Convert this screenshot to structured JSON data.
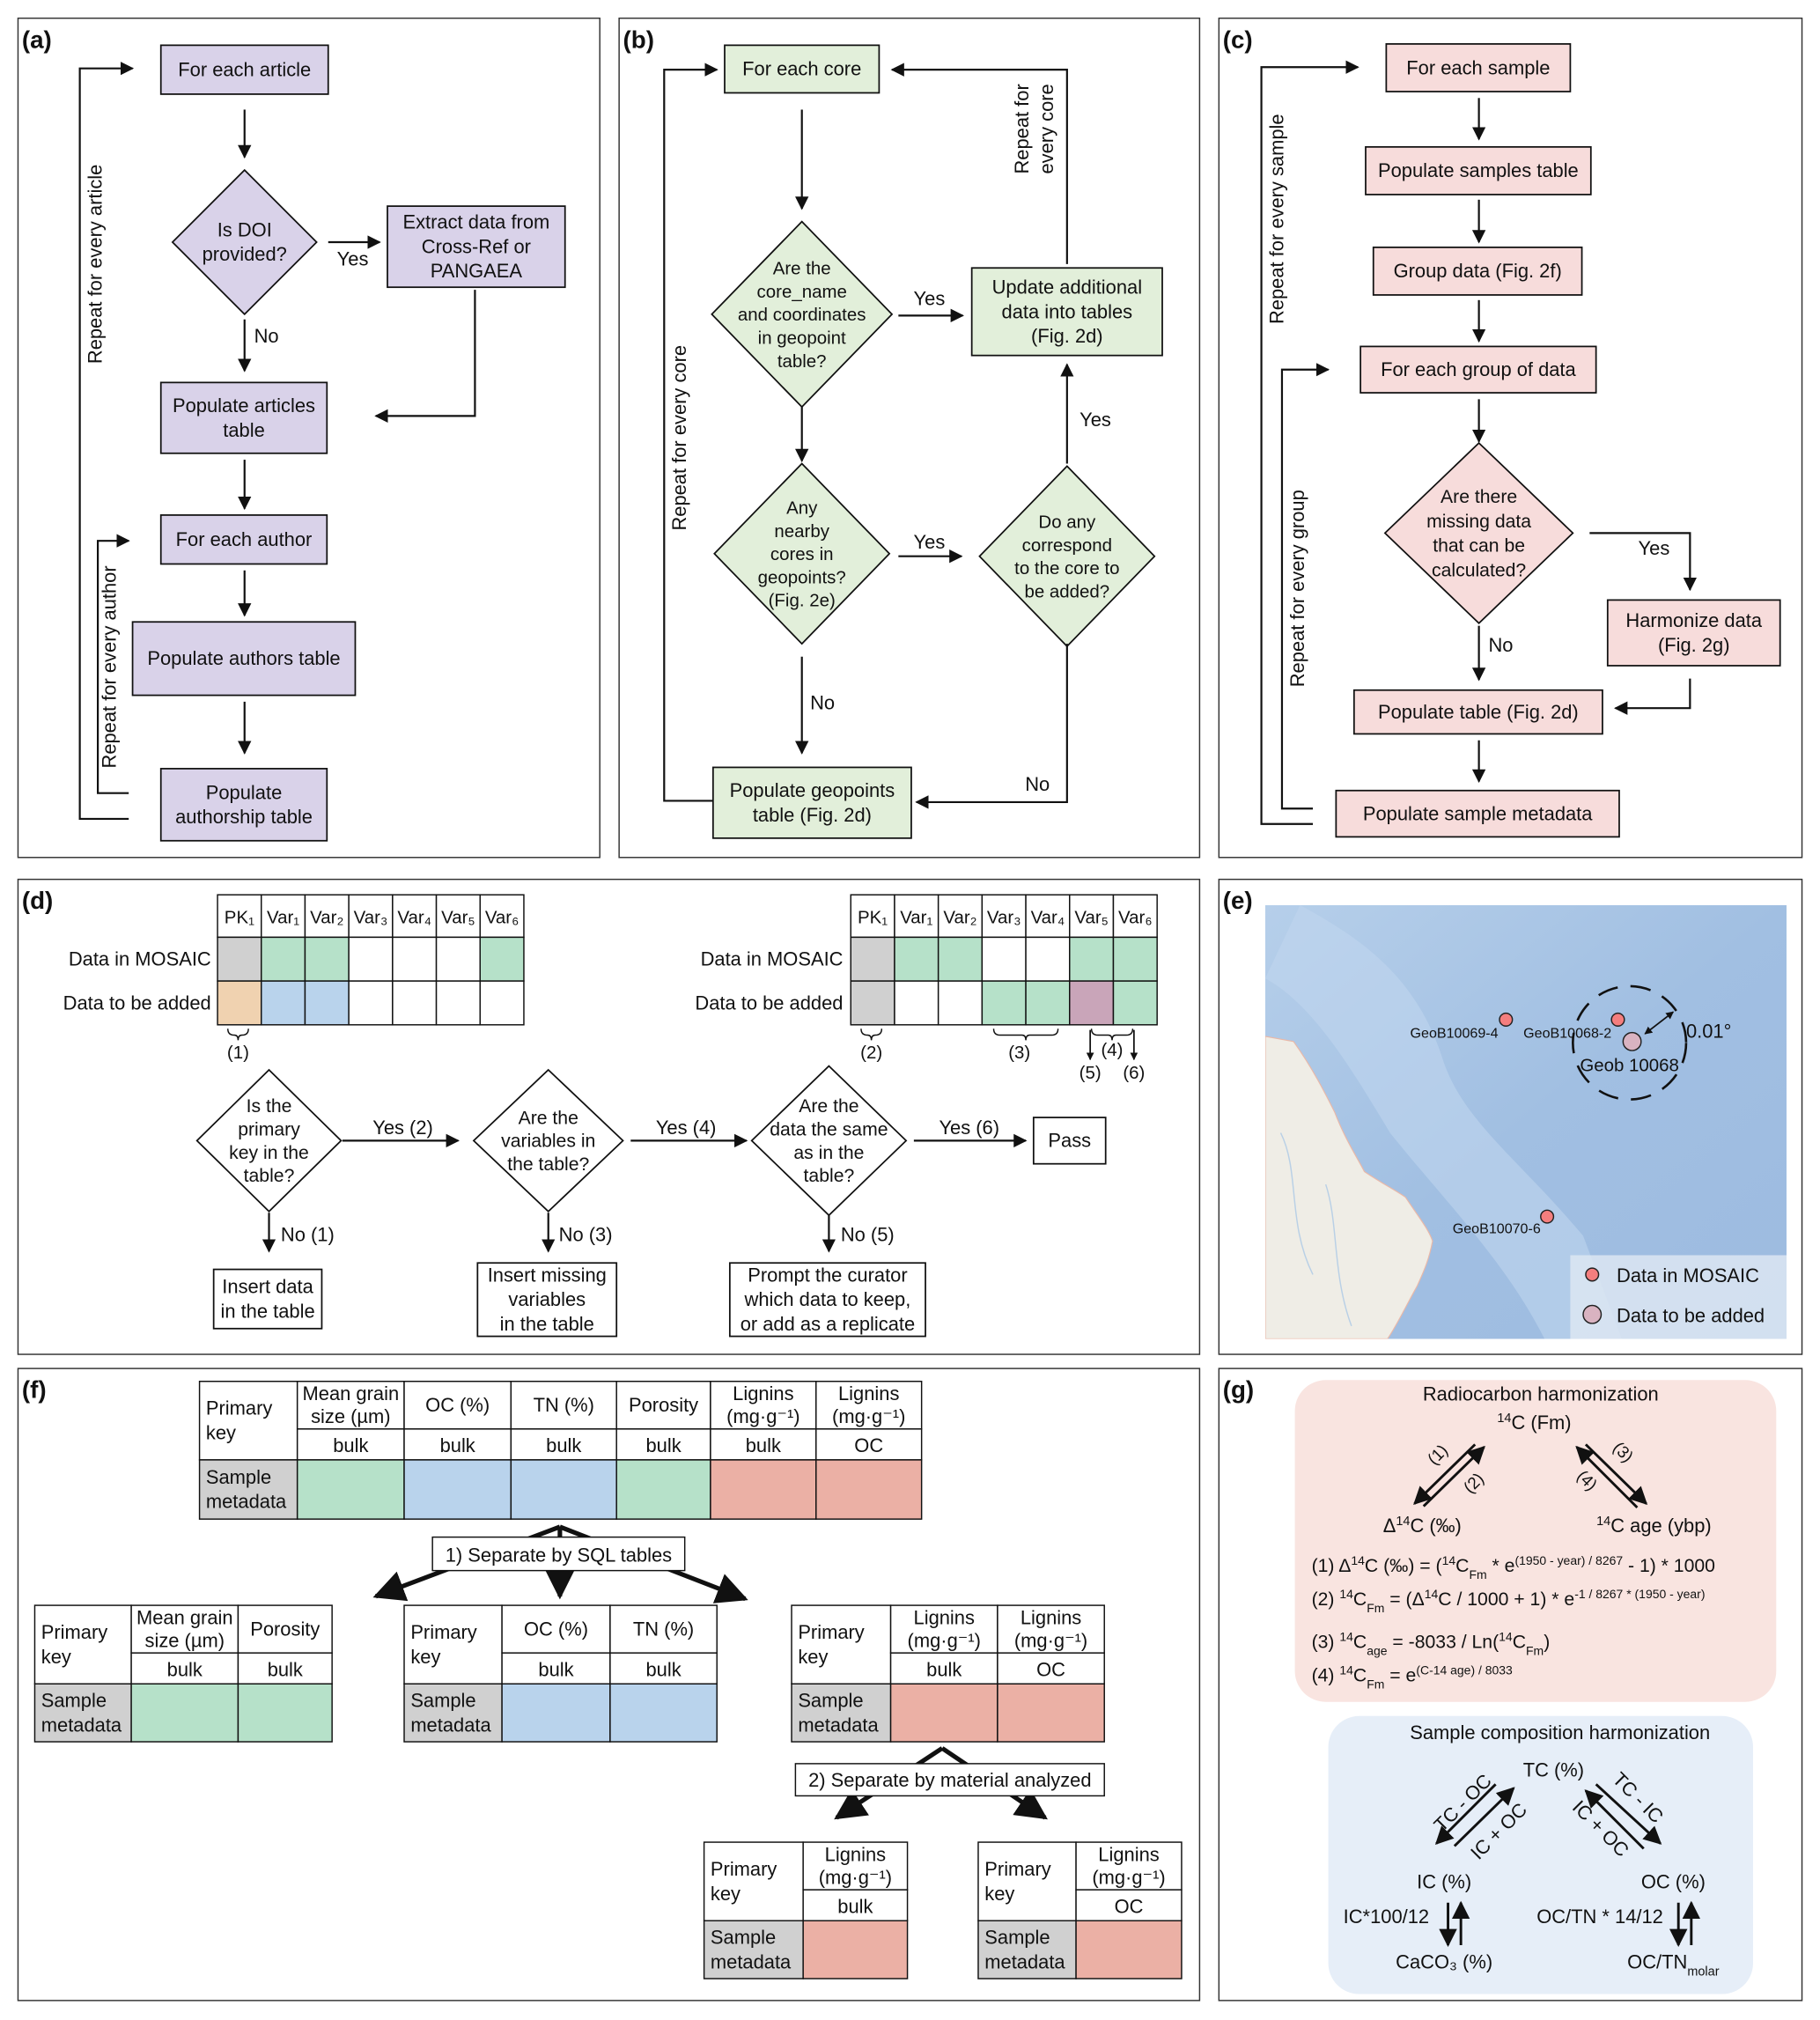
{
  "colors": {
    "purple": "#d9d2e9",
    "green_box": "#e2efda",
    "pink_box": "#f7dcdb",
    "gray": "#d0d0d0",
    "green": "#b6e1c9",
    "blue": "#b9d3ec",
    "tan": "#f0d2b0",
    "mauve": "#c9a5b9",
    "salmon": "#ebb0a5",
    "white": "#ffffff",
    "mosaic_point": "#f47e7e",
    "added_point": "#d9b3c1",
    "radiocarbon_bg": "#f9e4e0",
    "composition_bg": "#e6eef8"
  },
  "panel_labels": [
    "(a)",
    "(b)",
    "(c)",
    "(d)",
    "(e)",
    "(f)",
    "(g)"
  ],
  "a": {
    "for_each_article": [
      "For each article"
    ],
    "doi_question": [
      "Is DOI",
      "provided?"
    ],
    "extract": [
      "Extract data from",
      "Cross-Ref or",
      "PANGAEA"
    ],
    "yes": "Yes",
    "no": "No",
    "populate_articles": [
      "Populate articles",
      "table"
    ],
    "for_each_author": [
      "For each author"
    ],
    "populate_authors": [
      "Populate authors table"
    ],
    "populate_authorship": [
      "Populate",
      "authorship table"
    ],
    "repeat_article": "Repeat for every article",
    "repeat_author": "Repeat for every author"
  },
  "b": {
    "for_each_core": [
      "For each core"
    ],
    "q_core": [
      "Are the",
      "core_name",
      "and coordinates",
      "in geopoint",
      "table?"
    ],
    "update": [
      "Update additional",
      "data into tables",
      "(Fig. 2d)"
    ],
    "repeat_top": [
      "Repeat for",
      "every core"
    ],
    "q_nearby": [
      "Any",
      "nearby",
      "cores in",
      "geopoints?",
      "(Fig. 2e)"
    ],
    "q_correspond": [
      "Do any",
      "correspond",
      "to the core to",
      "be added?"
    ],
    "populate_geopoints": [
      "Populate geopoints",
      "table (Fig. 2d)"
    ],
    "yes": "Yes",
    "no": "No",
    "repeat_core": "Repeat for every core"
  },
  "c": {
    "for_each_sample": [
      "For each sample"
    ],
    "populate_samples": [
      "Populate samples table"
    ],
    "group_data": [
      "Group data (Fig. 2f)"
    ],
    "for_each_group": [
      "For each group of data"
    ],
    "q_missing": [
      "Are there",
      "missing data",
      "that can be",
      "calculated?"
    ],
    "harmonize": [
      "Harmonize data",
      "(Fig. 2g)"
    ],
    "populate_table": [
      "Populate table (Fig. 2d)"
    ],
    "populate_metadata": [
      "Populate sample metadata"
    ],
    "yes": "Yes",
    "no": "No",
    "repeat_sample": "Repeat for every sample",
    "repeat_group": "Repeat for every group"
  },
  "d": {
    "columns": [
      "PK₁",
      "Var₁",
      "Var₂",
      "Var₃",
      "Var₄",
      "Var₅",
      "Var₆"
    ],
    "row_labels": [
      "Data in MOSAIC",
      "Data to be added"
    ],
    "left_fills": [
      [
        "gray",
        "green",
        "green",
        "white",
        "white",
        "white",
        "green"
      ],
      [
        "tan",
        "blue",
        "blue",
        "white",
        "white",
        "white",
        "white"
      ]
    ],
    "right_fills": [
      [
        "gray",
        "green",
        "green",
        "white",
        "white",
        "green",
        "green"
      ],
      [
        "gray",
        "white",
        "white",
        "green",
        "green",
        "mauve",
        "green"
      ]
    ],
    "markers": [
      "(1)",
      "(2)",
      "(3)",
      "(4)",
      "(5)",
      "(6)"
    ],
    "q_primary": [
      "Is the",
      "primary",
      "key in the",
      "table?"
    ],
    "q_variables": [
      "Are the",
      "variables in",
      "the table?"
    ],
    "q_same": [
      "Are the",
      "data the same",
      "as in the",
      "table?"
    ],
    "yes2": "Yes (2)",
    "yes4": "Yes (4)",
    "yes6": "Yes (6)",
    "no1": "No (1)",
    "no3": "No (3)",
    "no5": "No (5)",
    "pass": [
      "Pass"
    ],
    "insert_data": [
      "Insert data",
      "in the table"
    ],
    "insert_missing": [
      "Insert missing",
      "variables",
      "in the table"
    ],
    "prompt": [
      "Prompt the curator",
      "which data to keep,",
      "or add as a replicate"
    ]
  },
  "e": {
    "points": [
      {
        "label": "GeoB10069-4",
        "status": "Data in MOSAIC"
      },
      {
        "label": "GeoB10068-2",
        "status": "Data in MOSAIC"
      },
      {
        "label": "Geob 10068",
        "status": "Data to be added"
      },
      {
        "label": "GeoB10070-6",
        "status": "Data in MOSAIC"
      }
    ],
    "radius_label": "0.01°",
    "legend": [
      "Data in MOSAIC",
      "Data to be added"
    ]
  },
  "f": {
    "primary_key": [
      "Primary",
      "key"
    ],
    "sample_metadata": [
      "Sample",
      "metadata"
    ],
    "top_headers": [
      [
        "Mean grain",
        "size (µm)"
      ],
      [
        "OC (%)"
      ],
      [
        "TN (%)"
      ],
      [
        "Porosity"
      ],
      [
        "Lignins",
        "(mg·g⁻¹)"
      ],
      [
        "Lignins",
        "(mg·g⁻¹)"
      ]
    ],
    "top_subs": [
      "bulk",
      "bulk",
      "bulk",
      "bulk",
      "bulk",
      "OC"
    ],
    "top_fills": [
      "green",
      "blue",
      "blue",
      "green",
      "salmon",
      "salmon"
    ],
    "step1": "1) Separate by SQL tables",
    "step2": "2) Separate by material analyzed",
    "t1_headers": [
      [
        "Mean grain",
        "size (µm)"
      ],
      [
        "Porosity"
      ]
    ],
    "t1_subs": [
      "bulk",
      "bulk"
    ],
    "t1_fills": [
      "green",
      "green"
    ],
    "t2_headers": [
      [
        "OC (%)"
      ],
      [
        "TN (%)"
      ]
    ],
    "t2_subs": [
      "bulk",
      "bulk"
    ],
    "t2_fills": [
      "blue",
      "blue"
    ],
    "t3_headers": [
      [
        "Lignins",
        "(mg·g⁻¹)"
      ],
      [
        "Lignins",
        "(mg·g⁻¹)"
      ]
    ],
    "t3_subs": [
      "bulk",
      "OC"
    ],
    "t3_fills": [
      "salmon",
      "salmon"
    ],
    "t4_headers": [
      [
        "Lignins",
        "(mg·g⁻¹)"
      ]
    ],
    "t4_subs": [
      "bulk"
    ],
    "t4_fills": [
      "salmon"
    ],
    "t5_headers": [
      [
        "Lignins",
        "(mg·g⁻¹)"
      ]
    ],
    "t5_subs": [
      "OC"
    ],
    "t5_fills": [
      "salmon"
    ]
  },
  "g": {
    "radiocarbon_title": "Radiocarbon harmonization",
    "fm": [
      {
        "t": "14",
        "k": "sup"
      },
      {
        "t": "C (Fm)",
        "k": "n"
      }
    ],
    "delta": [
      {
        "t": "Δ",
        "k": "n"
      },
      {
        "t": "14",
        "k": "sup"
      },
      {
        "t": "C (‰)",
        "k": "n"
      }
    ],
    "age": [
      {
        "t": "14",
        "k": "sup"
      },
      {
        "t": "C age (ybp)",
        "k": "n"
      }
    ],
    "arrow_labels": [
      "(1)",
      "(2)",
      "(3)",
      "(4)"
    ],
    "equations": [
      [
        {
          "t": "(1) Δ",
          "k": "n"
        },
        {
          "t": "14",
          "k": "sup"
        },
        {
          "t": "C (‰) = (",
          "k": "n"
        },
        {
          "t": "14",
          "k": "sup"
        },
        {
          "t": "C",
          "k": "n"
        },
        {
          "t": "Fm",
          "k": "sub"
        },
        {
          "t": " * e",
          "k": "n"
        },
        {
          "t": "(1950 - year) / 8267",
          "k": "sup"
        },
        {
          "t": " - 1) * 1000",
          "k": "n"
        }
      ],
      [
        {
          "t": "(2) ",
          "k": "n"
        },
        {
          "t": "14",
          "k": "sup"
        },
        {
          "t": "C",
          "k": "n"
        },
        {
          "t": "Fm",
          "k": "sub"
        },
        {
          "t": " = (Δ",
          "k": "n"
        },
        {
          "t": "14",
          "k": "sup"
        },
        {
          "t": "C / 1000 + 1) * e",
          "k": "n"
        },
        {
          "t": "-1 / 8267 * (1950 - year)",
          "k": "sup"
        }
      ],
      [
        {
          "t": "(3) ",
          "k": "n"
        },
        {
          "t": "14",
          "k": "sup"
        },
        {
          "t": "C",
          "k": "n"
        },
        {
          "t": "age",
          "k": "sub"
        },
        {
          "t": " = -8033 / Ln(",
          "k": "n"
        },
        {
          "t": "14",
          "k": "sup"
        },
        {
          "t": "C",
          "k": "n"
        },
        {
          "t": "Fm",
          "k": "sub"
        },
        {
          "t": ")",
          "k": "n"
        }
      ],
      [
        {
          "t": "(4) ",
          "k": "n"
        },
        {
          "t": "14",
          "k": "sup"
        },
        {
          "t": "C",
          "k": "n"
        },
        {
          "t": "Fm",
          "k": "sub"
        },
        {
          "t": " = e",
          "k": "n"
        },
        {
          "t": "(C-14 age) / 8033",
          "k": "sup"
        }
      ]
    ],
    "composition_title": "Sample composition harmonization",
    "tc": "TC (%)",
    "ic": "IC (%)",
    "oc": "OC (%)",
    "caco3": "CaCO₃ (%)",
    "octn": [
      {
        "t": "OC/TN",
        "k": "n"
      },
      {
        "t": "molar",
        "k": "sub"
      }
    ],
    "tc_minus_oc": "TC - OC",
    "ic_plus_oc": "IC + OC",
    "tc_minus_ic": "TC - IC",
    "ic_factor": "IC*100/12",
    "octn_factor": "OC/TN * 14/12"
  }
}
